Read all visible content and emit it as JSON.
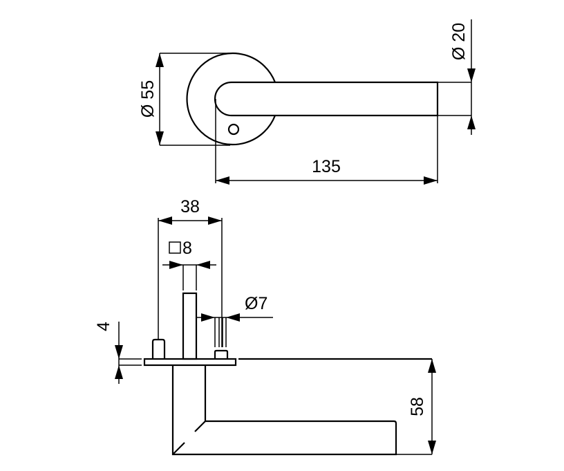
{
  "title": "Lever handle dimension drawing",
  "dimensions": {
    "rose_diameter": "Ø 55",
    "lever_diameter": "Ø 20",
    "lever_length": "135",
    "projection": "38",
    "spindle_square": "8",
    "pin_diameter": "Ø7",
    "rose_thickness": "4",
    "handle_height": "58"
  },
  "colors": {
    "line": "#000000",
    "background": "#ffffff"
  }
}
